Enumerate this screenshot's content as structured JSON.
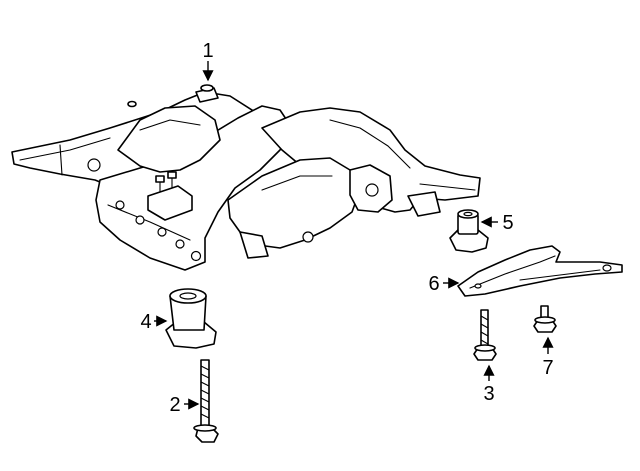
{
  "callouts": [
    {
      "id": "1",
      "part": "crossmember"
    },
    {
      "id": "2",
      "part": "bolt-long"
    },
    {
      "id": "3",
      "part": "bolt-medium"
    },
    {
      "id": "4",
      "part": "bushing-large"
    },
    {
      "id": "5",
      "part": "bushing-small"
    },
    {
      "id": "6",
      "part": "brace"
    },
    {
      "id": "7",
      "part": "bolt-short"
    }
  ]
}
